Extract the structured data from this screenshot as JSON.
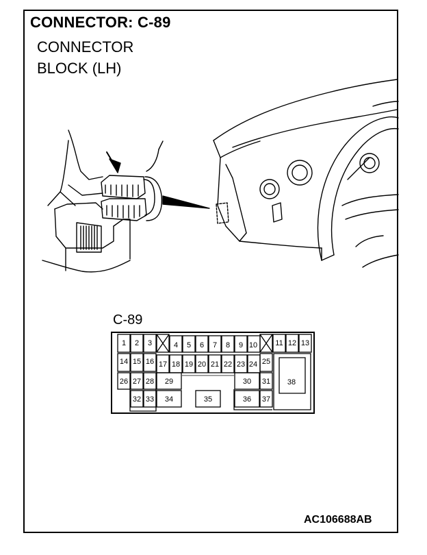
{
  "header": {
    "title": "CONNECTOR: C-89",
    "subtitle_line1": "CONNECTOR",
    "subtitle_line2": "BLOCK (LH)"
  },
  "connector": {
    "label": "C-89",
    "pins": {
      "p1": "1",
      "p2": "2",
      "p3": "3",
      "p4": "4",
      "p5": "5",
      "p6": "6",
      "p7": "7",
      "p8": "8",
      "p9": "9",
      "p10": "10",
      "p11": "11",
      "p12": "12",
      "p13": "13",
      "p14": "14",
      "p15": "15",
      "p16": "16",
      "p17": "17",
      "p18": "18",
      "p19": "19",
      "p20": "20",
      "p21": "21",
      "p22": "22",
      "p23": "23",
      "p24": "24",
      "p25": "25",
      "p26": "26",
      "p27": "27",
      "p28": "28",
      "p29": "29",
      "p30": "30",
      "p31": "31",
      "p32": "32",
      "p33": "33",
      "p34": "34",
      "p35": "35",
      "p36": "36",
      "p37": "37",
      "p38": "38"
    }
  },
  "footer": {
    "figure_id": "AC106688AB"
  }
}
